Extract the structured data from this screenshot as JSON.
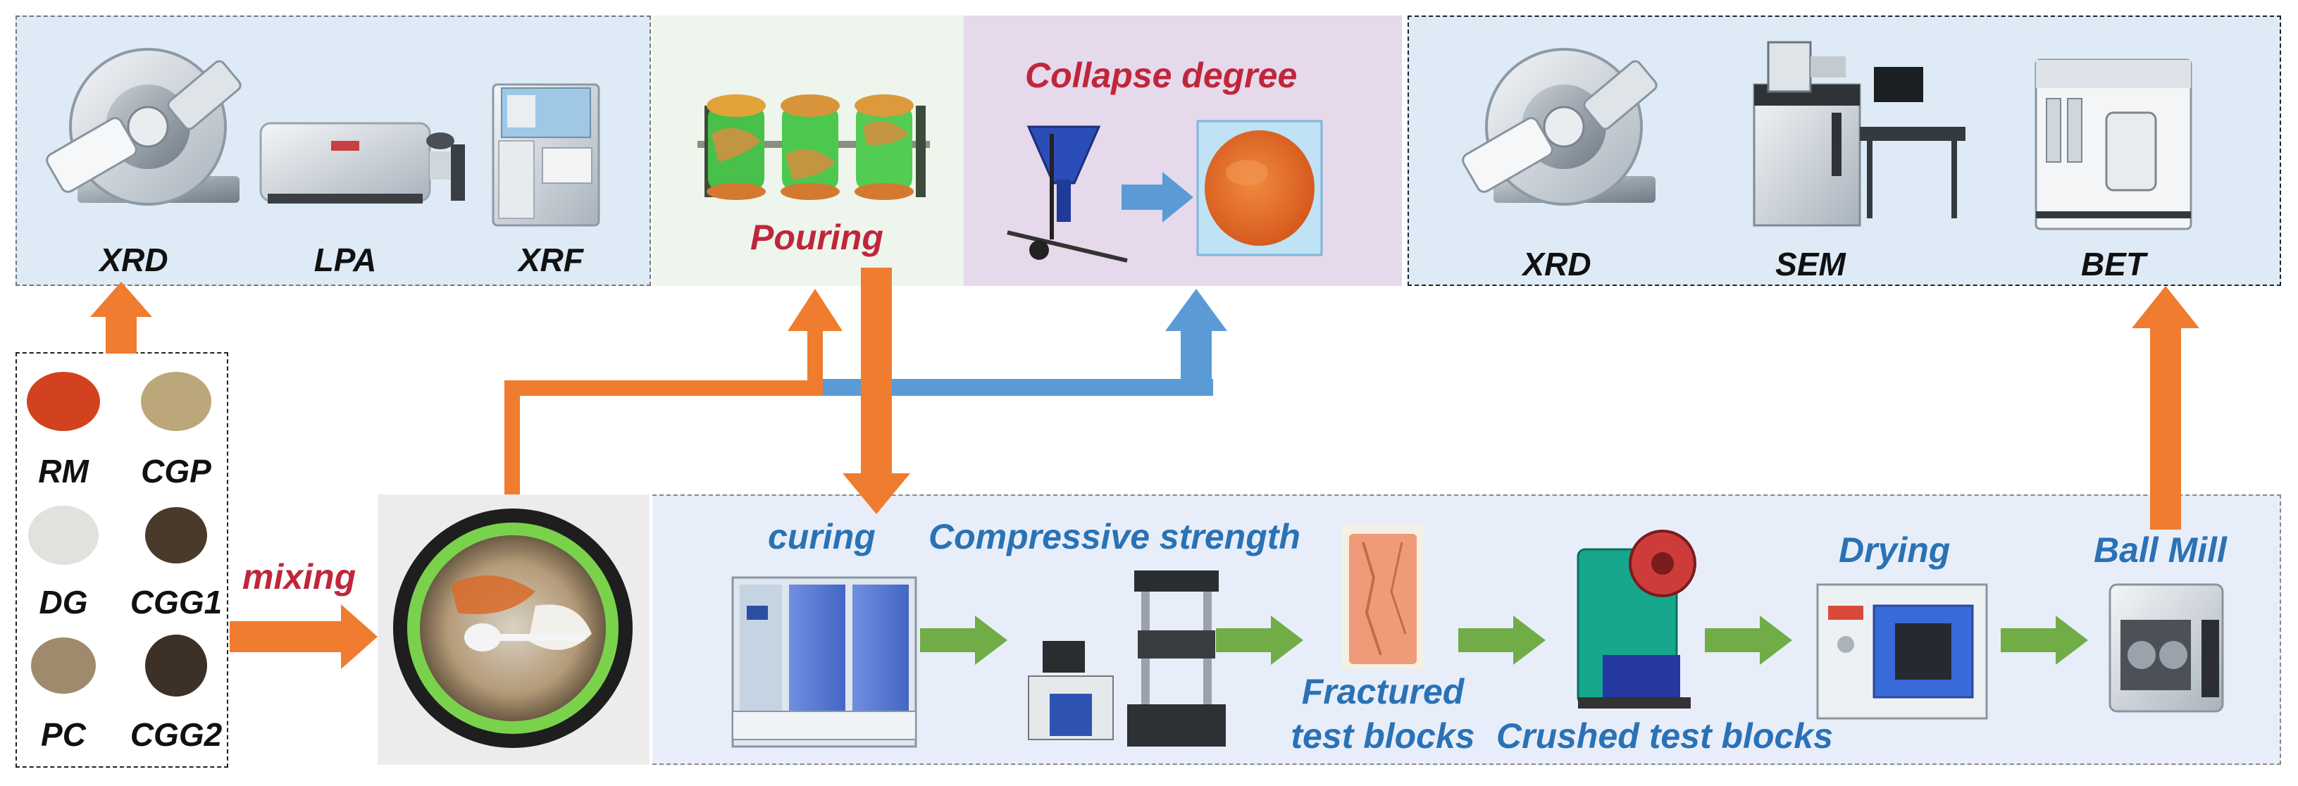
{
  "colors": {
    "orange": "#ef7c2f",
    "blue_arrow": "#5b9bd5",
    "green_arrow": "#70ad47",
    "label_blue": "#2a72b5",
    "label_red": "#c0263a",
    "panel_blue": "#deebf6",
    "panel_green": "#eef5ec",
    "panel_purple": "#e6d9ec",
    "panel_gray": "#ececec",
    "panel_process": "#e8eef9"
  },
  "characterization_left": {
    "items": [
      {
        "label": "XRD"
      },
      {
        "label": "LPA"
      },
      {
        "label": "XRF"
      }
    ]
  },
  "pouring": {
    "label": "Pouring"
  },
  "collapse": {
    "title": "Collapse degree"
  },
  "characterization_right": {
    "items": [
      {
        "label": "XRD"
      },
      {
        "label": "SEM"
      },
      {
        "label": "BET"
      }
    ]
  },
  "materials": {
    "items": [
      {
        "label": "RM",
        "color": "#d2421f"
      },
      {
        "label": "CGP",
        "color": "#bba77a"
      },
      {
        "label": "DG",
        "color": "#e3e1dc"
      },
      {
        "label": "CGG1",
        "color": "#4a3a2c"
      },
      {
        "label": "PC",
        "color": "#a08a6c"
      },
      {
        "label": "CGG2",
        "color": "#3d3026"
      }
    ]
  },
  "mixing": {
    "label": "mixing"
  },
  "process": {
    "curing": "curing",
    "compressive": "Compressive strength",
    "fractured_1": "Fractured",
    "fractured_2": "test blocks",
    "crushed": "Crushed test blocks",
    "drying": "Drying",
    "ball_mill": "Ball Mill"
  }
}
